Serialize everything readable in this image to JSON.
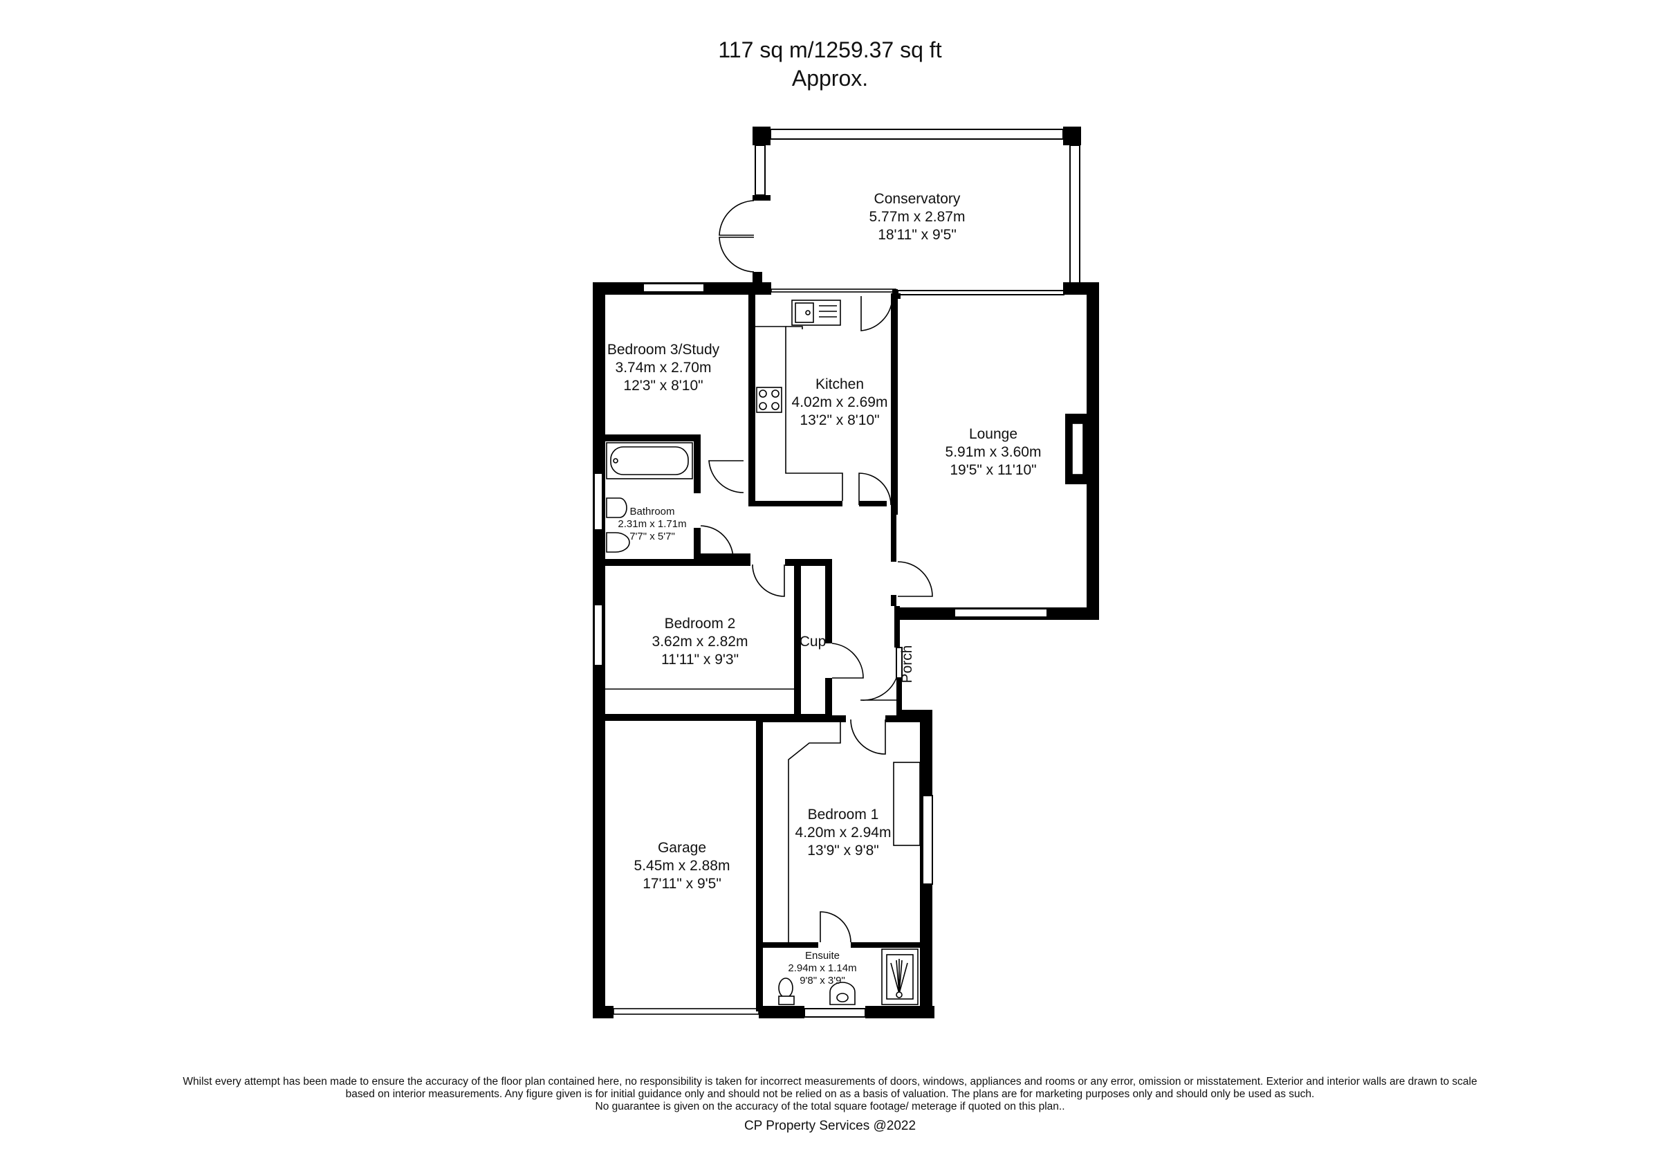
{
  "header": {
    "area": "117 sq m/1259.37 sq ft",
    "approx": "Approx."
  },
  "rooms": [
    {
      "id": "conservatory",
      "name": "Conservatory",
      "metric": "5.77m x 2.87m",
      "imperial": "18'11\" x 9'5\""
    },
    {
      "id": "bedroom3",
      "name": "Bedroom 3/Study",
      "metric": "3.74m x 2.70m",
      "imperial": "12'3\" x 8'10\""
    },
    {
      "id": "kitchen",
      "name": "Kitchen",
      "metric": "4.02m x 2.69m",
      "imperial": "13'2\" x 8'10\""
    },
    {
      "id": "lounge",
      "name": "Lounge",
      "metric": "5.91m x 3.60m",
      "imperial": "19'5\" x 11'10\""
    },
    {
      "id": "bathroom",
      "name": "Bathroom",
      "metric": "2.31m x 1.71m",
      "imperial": "7'7\" x 5'7\""
    },
    {
      "id": "bedroom2",
      "name": "Bedroom 2",
      "metric": "3.62m x 2.82m",
      "imperial": "11'11\" x 9'3\""
    },
    {
      "id": "cupboard",
      "name": "Cup"
    },
    {
      "id": "porch",
      "name": "Porch"
    },
    {
      "id": "bedroom1",
      "name": "Bedroom 1",
      "metric": "4.20m x 2.94m",
      "imperial": "13'9\" x 9'8\""
    },
    {
      "id": "garage",
      "name": "Garage",
      "metric": "5.45m x 2.88m",
      "imperial": "17'11\" x 9'5\""
    },
    {
      "id": "ensuite",
      "name": "Ensuite",
      "metric": "2.94m x 1.14m",
      "imperial": "9'8\" x 3'9\""
    }
  ],
  "disclaimer": [
    "Whilst every attempt has been made to ensure the accuracy of the floor plan contained here, no responsibility is taken for incorrect measurements of doors, windows, appliances and rooms or any error, omission or misstatement. Exterior and interior walls are drawn to scale",
    "based on interior measurements. Any figure given is for initial guidance only and should not be relied on as a basis of valuation. The plans are for marketing purposes only and should only be used as such.",
    "No guarantee is given on the accuracy of the total square footage/ meterage if quoted on this plan.."
  ],
  "copyright": "CP Property Services @2022"
}
